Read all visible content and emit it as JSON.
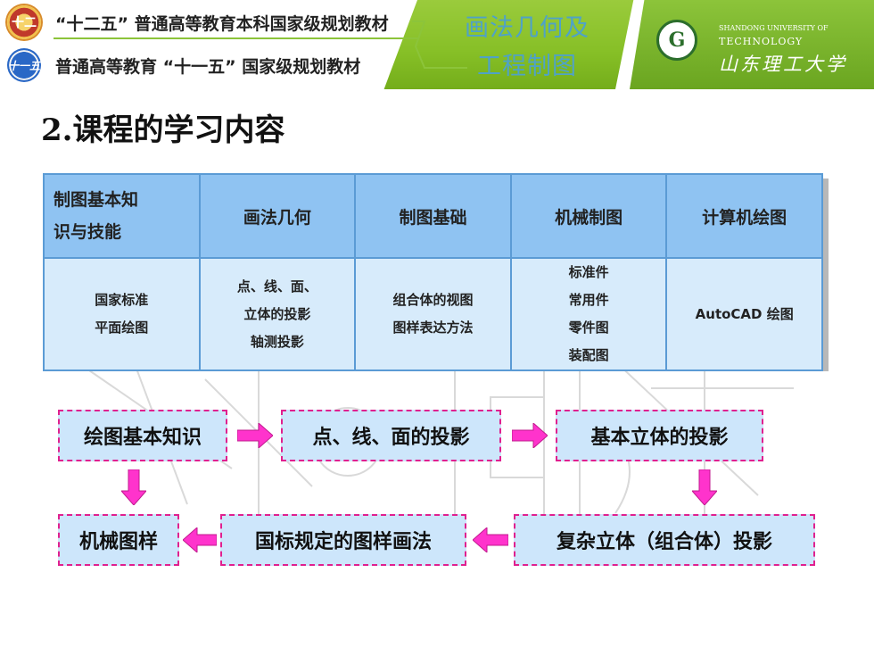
{
  "header": {
    "line1": "“十二五” 普通高等教育本科国家级规划教材",
    "line2": "普通高等教育 “十一五” 国家级规划教材",
    "course_title_line1": "画法几何及",
    "course_title_line2": "工程制图",
    "university_en_line1": "SHANDONG UNIVERSITY OF",
    "university_en_line2": "TECHNOLOGY",
    "university_cn": "山东理工大学",
    "logo1_text": "十二",
    "logo2_text": "十一五",
    "sdut_logo_text": "G"
  },
  "page_title": "2.课程的学习内容",
  "table": {
    "headers": [
      "制图基本知识与技能",
      "画法几何",
      "制图基础",
      "机械制图",
      "计算机绘图"
    ],
    "header_first_lines": [
      "制图基本知",
      "识与技能"
    ],
    "cells": [
      [
        "国家标准",
        "平面绘图"
      ],
      [
        "点、线、面、",
        "立体的投影",
        "轴测投影"
      ],
      [
        "组合体的视图",
        "图样表达方法"
      ],
      [
        "标准件",
        "常用件",
        "零件图",
        "装配图"
      ],
      [
        "AutoCAD 绘图"
      ]
    ]
  },
  "flow": {
    "box1": "绘图基本知识",
    "box2": "点、线、面的投影",
    "box3": "基本立体的投影",
    "box4": "复杂立体（组合体）投影",
    "box5": "国标规定的图样画法",
    "box6": "机械图样"
  },
  "colors": {
    "banner_green": "#86bf26",
    "table_border": "#5b9bd5",
    "header_fill": "#8fc3f2",
    "body_fill": "#d7ebfb",
    "flow_border": "#e0208f",
    "arrow_fill": "#ff33cc"
  }
}
